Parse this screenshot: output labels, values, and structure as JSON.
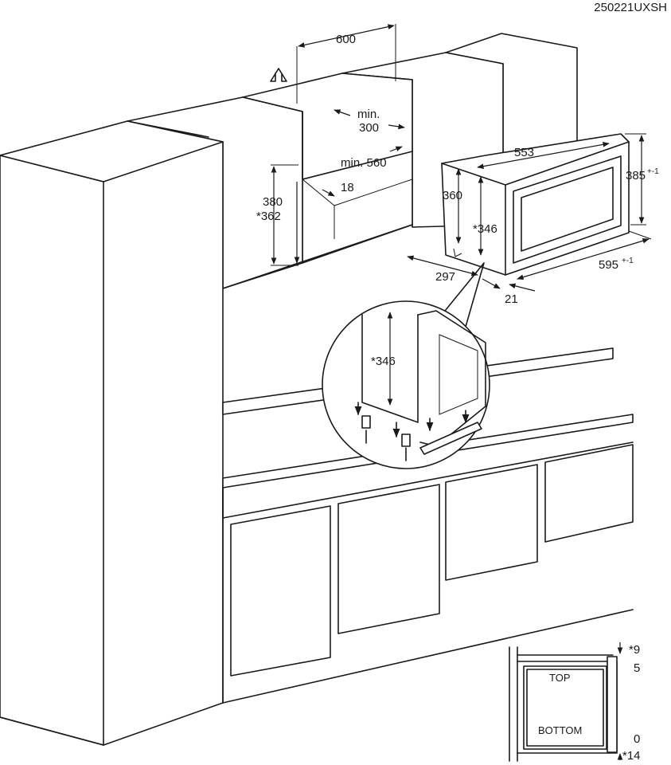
{
  "drawing_code": "250221UXSH",
  "dimensions": {
    "niche_width": "600",
    "min_depth_label": "min.",
    "min_depth_value": "300",
    "min_width": "min. 560",
    "gap": "18",
    "niche_height": "380",
    "niche_height_alt": "*362",
    "appliance_depth_inner": "553",
    "appliance_height_inner": "360",
    "appliance_height_alt": "*346",
    "frame_height": "385",
    "frame_height_tol": "+-1",
    "appliance_depth": "297",
    "frame_width": "595",
    "frame_width_tol": "+-1",
    "frame_offset": "21",
    "detail_height": "*346"
  },
  "side_detail": {
    "top_label": "TOP",
    "bottom_label": "BOTTOM",
    "top_offset_alt": "*9",
    "top_offset": "5",
    "bottom_offset": "0",
    "bottom_offset_alt": "*14"
  }
}
